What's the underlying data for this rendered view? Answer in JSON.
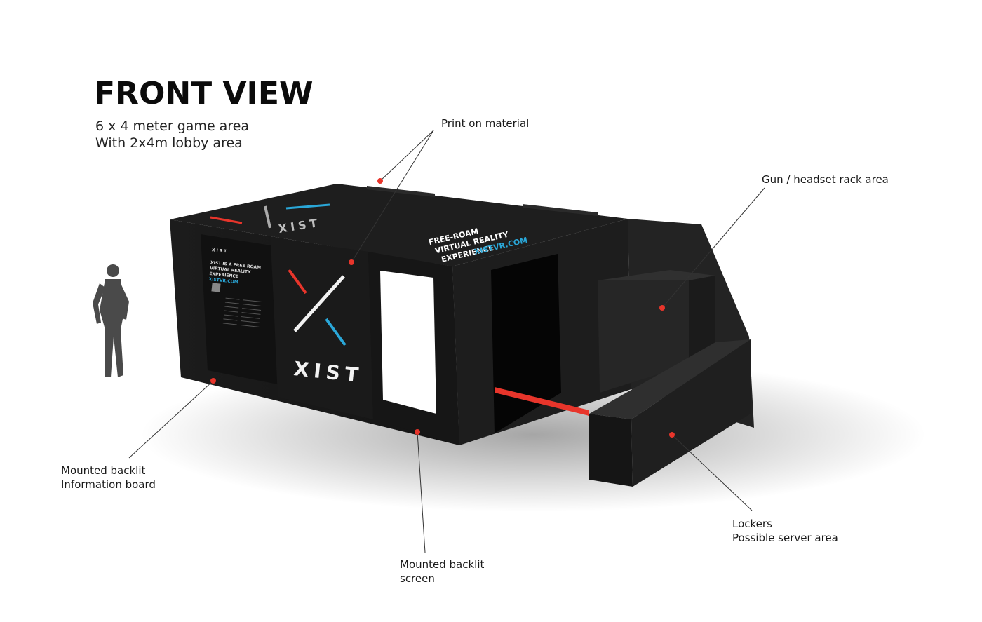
{
  "heading": {
    "title": "FRONT VIEW",
    "line1": "6 x 4 meter game area",
    "line2": "With 2x4m lobby area"
  },
  "labels": {
    "print_on_material": "Print on material",
    "rack_area": "Gun / headset rack area",
    "info_board_1": "Mounted backlit",
    "info_board_2": "Information board",
    "screen_1": "Mounted backlit",
    "screen_2": "screen",
    "lockers_1": "Lockers",
    "lockers_2": "Possible server area"
  },
  "booth": {
    "brand": "XIST",
    "roof_text_1": "FREE-ROAM",
    "roof_text_2": "VIRTUAL REALITY",
    "roof_text_3": "EXPERIENCE",
    "roof_url": "XISTVR.COM",
    "board_text_1": "XIST IS A FREE-ROAM",
    "board_text_2": "VIRTUAL REALITY",
    "board_text_3": "EXPERIENCE",
    "board_url": "XISTVR.COM"
  },
  "colors": {
    "accent_red": "#e8352b",
    "accent_blue": "#2aa7d8",
    "booth_dark": "#1a1a1a"
  }
}
